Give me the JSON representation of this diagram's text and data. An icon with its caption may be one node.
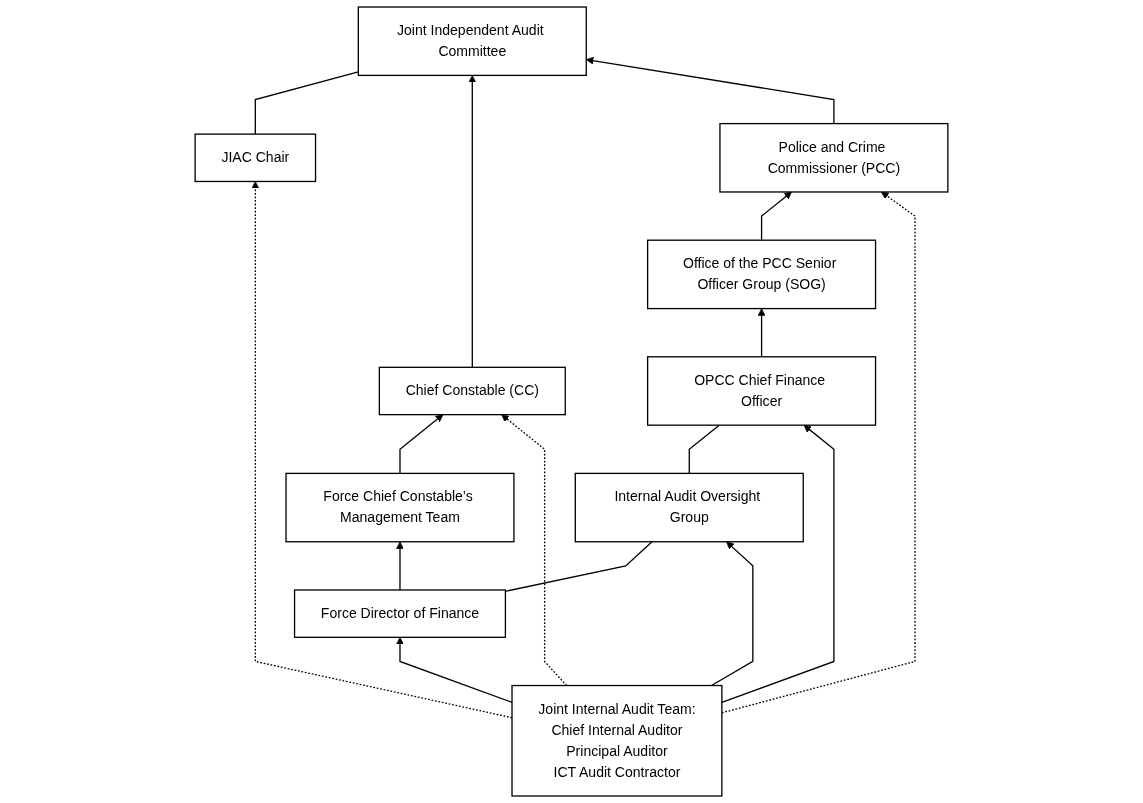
{
  "diagram": {
    "nodes": [
      {
        "text": [
          "JIAC Chair"
        ]
      },
      {
        "text": [
          "Joint Independent Audit Committee"
        ]
      },
      {
        "text": [
          "Chief Constable (CC)"
        ]
      },
      {
        "text": [
          "Police and Crime Commissioner (PCC)"
        ]
      },
      {
        "text": [
          "Force Chief Constable’s Management Team"
        ]
      },
      {
        "text": [
          "Office of the PCC Senior Officer Group (SOG)"
        ]
      },
      {
        "text": [
          "Force Director of Finance"
        ]
      },
      {
        "text": [
          "Internal Audit Oversight Group"
        ]
      },
      {
        "text": [
          "OPCC Chief Finance Officer"
        ]
      },
      {
        "text": [
          "Joint Internal Audit Team:",
          "Chief Internal Auditor",
          "Principal Auditor",
          "ICT Audit Contractor"
        ]
      }
    ],
    "edges": [
      {
        "from": 0,
        "to": 1,
        "arrow": "none"
      },
      {
        "from": 2,
        "to": 1,
        "arrow": "to"
      },
      {
        "from": 3,
        "to": 1,
        "arrow": "to"
      },
      {
        "from": 4,
        "to": 2,
        "arrow": "to"
      },
      {
        "from": 5,
        "to": 3,
        "arrow": "to"
      },
      {
        "from": 6,
        "to": 4,
        "arrow": "to"
      },
      {
        "from": 8,
        "to": 5,
        "arrow": "to"
      },
      {
        "from": 6,
        "to": 7,
        "arrow": "none"
      },
      {
        "from": 7,
        "to": 8,
        "arrow": "none"
      },
      {
        "from": 9,
        "to": 6,
        "arrow": "to"
      },
      {
        "from": 9,
        "to": 7,
        "arrow": "to"
      },
      {
        "from": 9,
        "to": 8,
        "arrow": "to"
      },
      {
        "from": 9,
        "to": 2,
        "arrow": "to",
        "style": "dashed"
      },
      {
        "from": 9,
        "to": 3,
        "arrow": "to",
        "style": "dashed"
      },
      {
        "from": 9,
        "to": 0,
        "arrow": "to",
        "style": "dashed"
      }
    ]
  }
}
